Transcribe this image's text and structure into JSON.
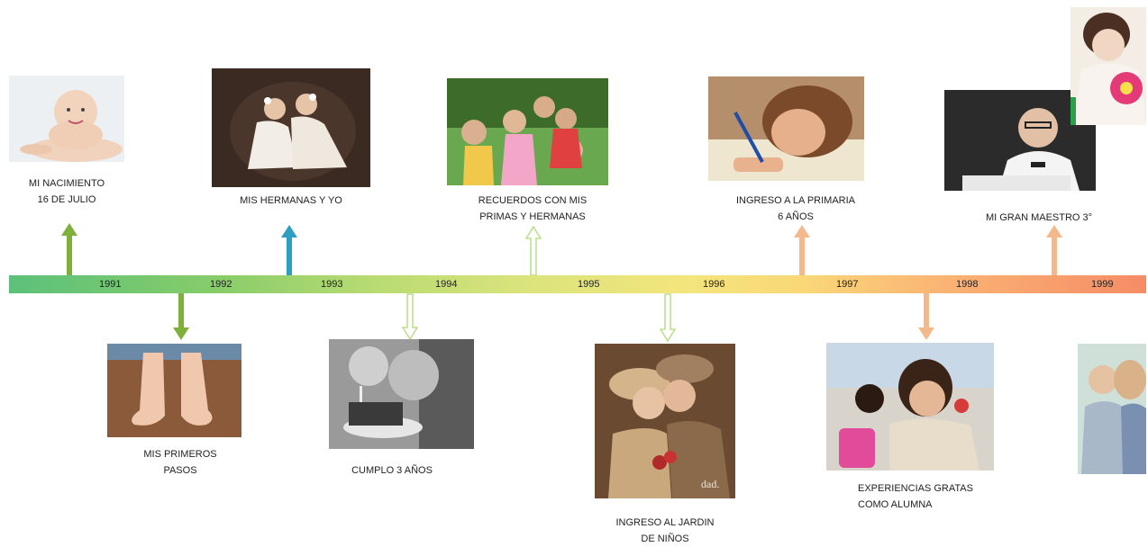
{
  "events_above": [
    {
      "line1": "MI NACIMIENTO",
      "line2": "16 DE JULIO"
    },
    {
      "line1": "MIS HERMANAS Y YO",
      "line2": ""
    },
    {
      "line1": "RECUERDOS CON MIS",
      "line2": "PRIMAS Y HERMANAS"
    },
    {
      "line1": "INGRESO A LA PRIMARIA",
      "line2": "6 AÑOS"
    },
    {
      "line1": "MI GRAN MAESTRO 3°",
      "line2": ""
    }
  ],
  "events_below": [
    {
      "line1": "MIS PRIMEROS",
      "line2": "PASOS"
    },
    {
      "line1": "CUMPLO 3 AÑOS",
      "line2": ""
    },
    {
      "line1": "INGRESO AL JARDIN",
      "line2": "DE NIÑOS"
    },
    {
      "line1": "EXPERIENCIAS GRATAS",
      "line2": "COMO ALUMNA"
    }
  ],
  "years": [
    "1991",
    "1992",
    "1993",
    "1994",
    "1995",
    "1996",
    "1997",
    "1998",
    "1999"
  ],
  "photo_watermark": "dad.",
  "colors": {
    "arrow_green_dark": "#7fb03c",
    "arrow_teal": "#2e9fc0",
    "arrow_green_light": "#cde8a8",
    "arrow_orange": "#f4b98a"
  }
}
